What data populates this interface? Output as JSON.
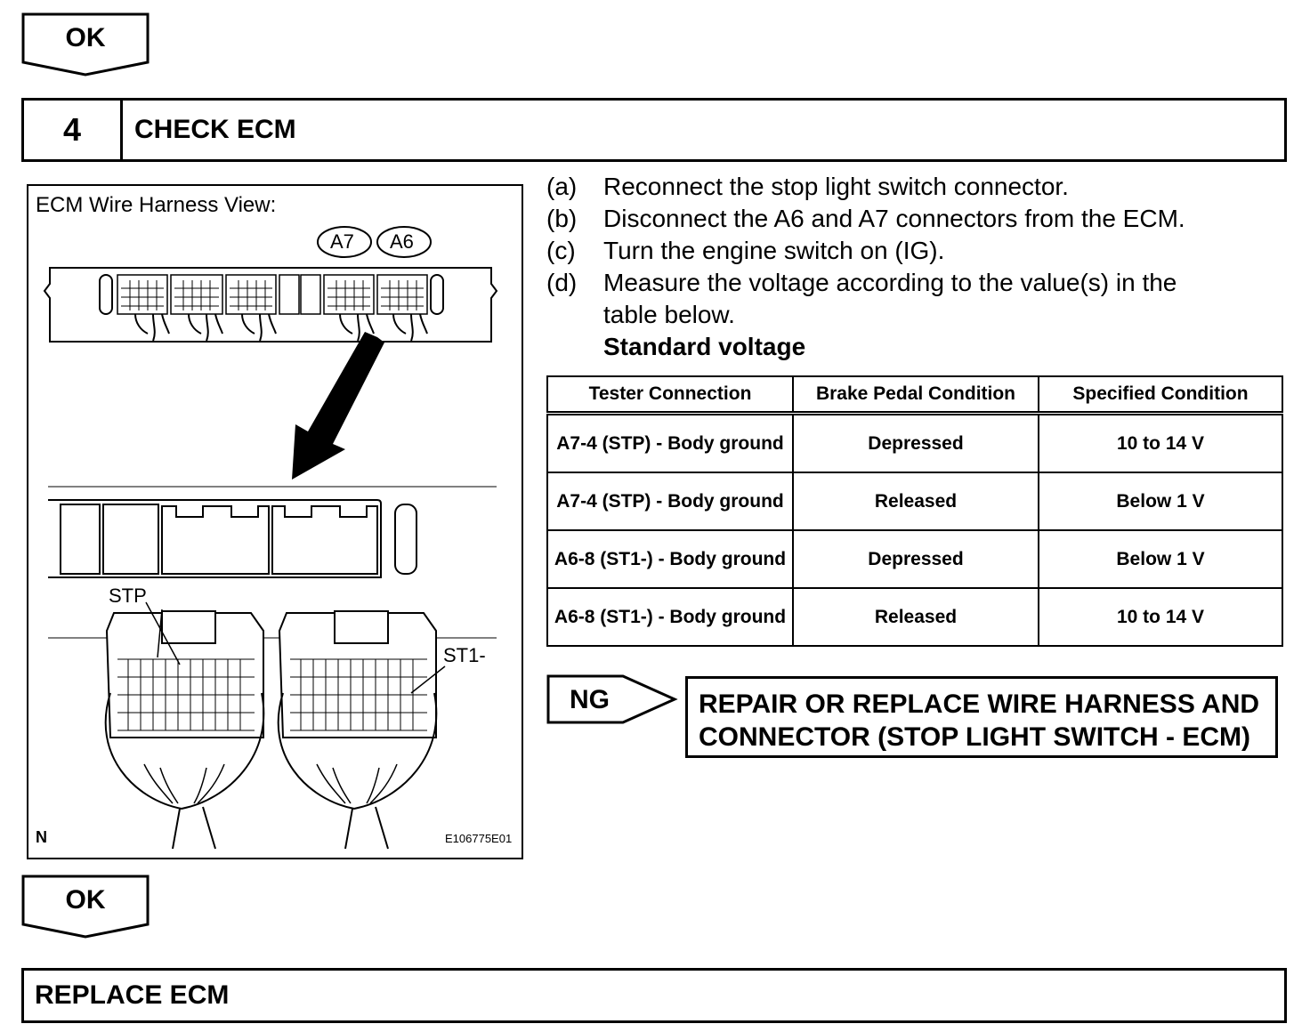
{
  "top_ok": {
    "label": "OK"
  },
  "step": {
    "number": "4",
    "title": "CHECK ECM"
  },
  "figure": {
    "title": "ECM Wire Harness View:",
    "connector_a7": "A7",
    "connector_a6": "A6",
    "label_stp": "STP",
    "label_st1": "ST1-",
    "corner_n": "N",
    "figure_code": "E106775E01"
  },
  "instructions": [
    {
      "label": "(a)",
      "text": "Reconnect the stop light switch connector."
    },
    {
      "label": "(b)",
      "text": "Disconnect the A6 and A7 connectors from the ECM."
    },
    {
      "label": "(c)",
      "text": "Turn the engine switch on (IG)."
    },
    {
      "label": "(d)",
      "text": "Measure the voltage according to the value(s) in the table below."
    }
  ],
  "standard_label": "Standard voltage",
  "table": {
    "headers": [
      "Tester Connection",
      "Brake Pedal Condition",
      "Specified Condition"
    ],
    "rows": [
      [
        "A7-4 (STP) - Body ground",
        "Depressed",
        "10 to 14 V"
      ],
      [
        "A7-4 (STP) - Body ground",
        "Released",
        "Below 1 V"
      ],
      [
        "A6-8 (ST1-) - Body ground",
        "Depressed",
        "Below 1 V"
      ],
      [
        "A6-8 (ST1-) - Body ground",
        "Released",
        "10 to 14 V"
      ]
    ]
  },
  "ng": {
    "label": "NG",
    "action_line1": "REPAIR OR REPLACE WIRE HARNESS AND",
    "action_line2": "CONNECTOR (STOP LIGHT SWITCH - ECM)"
  },
  "bottom_ok": {
    "label": "OK"
  },
  "final_action": "REPLACE ECM"
}
